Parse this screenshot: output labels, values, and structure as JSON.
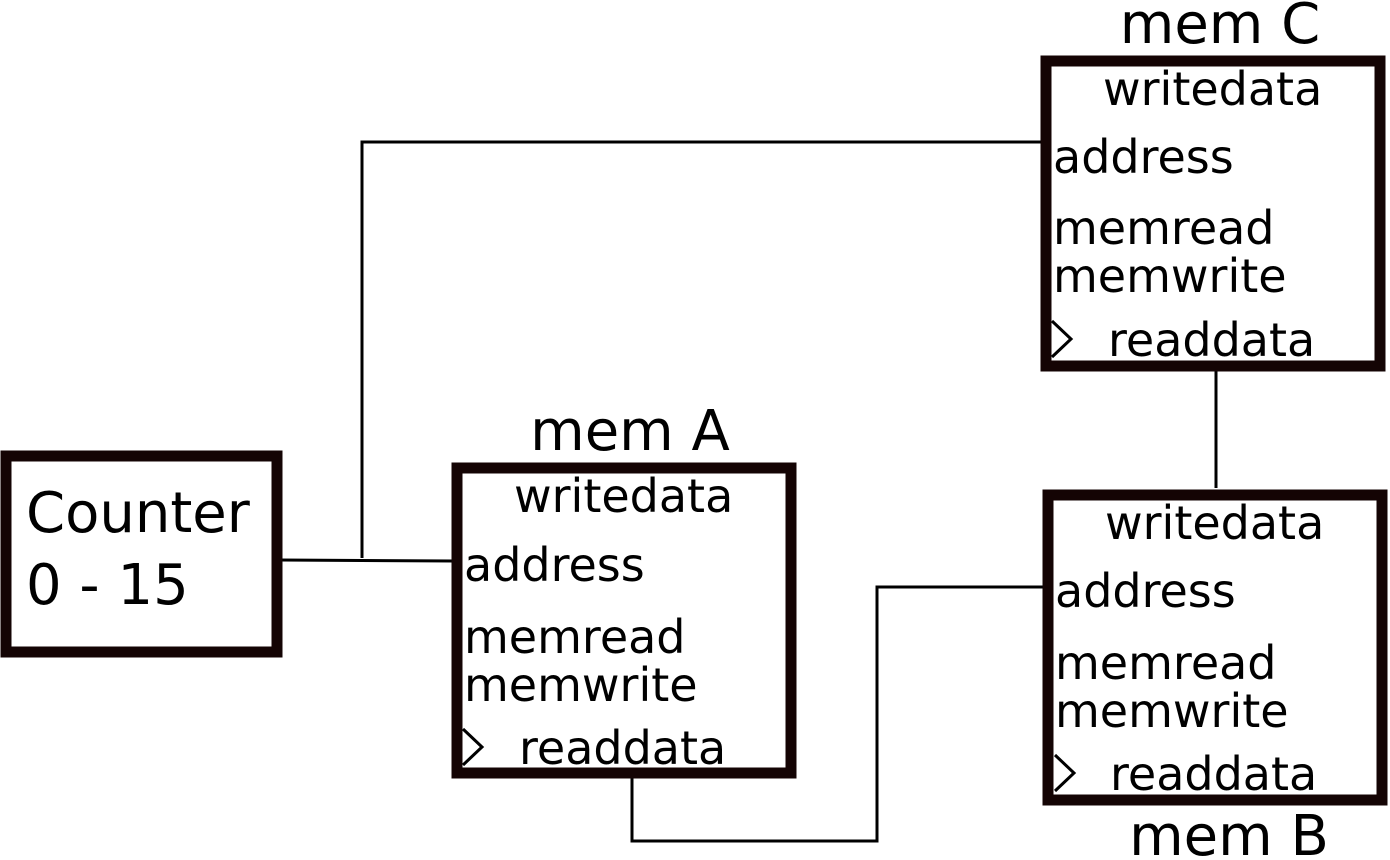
{
  "colors": {
    "block_border": "#140404",
    "wire": "#000000",
    "text": "#000000",
    "background": "#ffffff"
  },
  "counter": {
    "line1": "Counter",
    "line2": "0 - 15"
  },
  "mem_a": {
    "title": "mem A",
    "ports": {
      "writedata": "writedata",
      "address": "address",
      "memread": "memread",
      "memwrite": "memwrite",
      "readdata": "readdata"
    }
  },
  "mem_b": {
    "title": "mem B",
    "ports": {
      "writedata": "writedata",
      "address": "address",
      "memread": "memread",
      "memwrite": "memwrite",
      "readdata": "readdata"
    }
  },
  "mem_c": {
    "title": "mem C",
    "ports": {
      "writedata": "writedata",
      "address": "address",
      "memread": "memread",
      "memwrite": "memwrite",
      "readdata": "readdata"
    }
  }
}
